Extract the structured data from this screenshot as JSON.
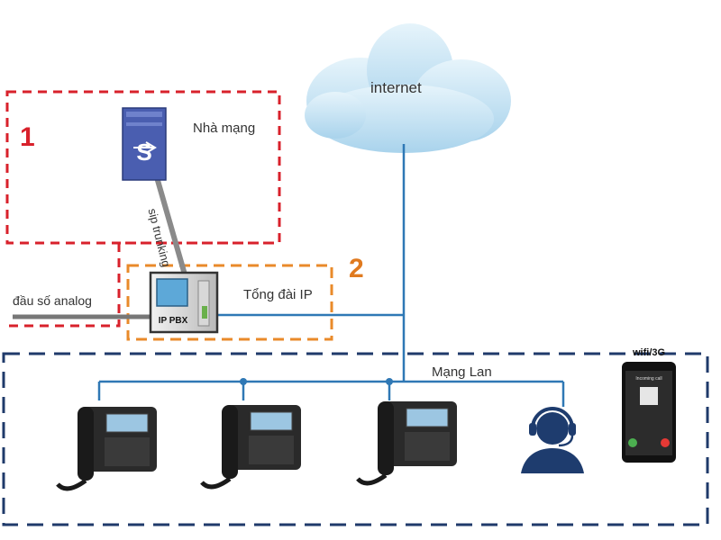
{
  "cloud": {
    "label": "internet"
  },
  "zone1": {
    "number": "1",
    "label": "Nhà mạng"
  },
  "zone2": {
    "number": "2",
    "label": "Tổng đài IP"
  },
  "trunk": {
    "label": "sip trunking"
  },
  "analog": {
    "label": "đầu số analog"
  },
  "pbx": {
    "badge": "IP PBX"
  },
  "server": {
    "badge": "S"
  },
  "lan": {
    "label": "Mạng Lan"
  },
  "mobile": {
    "label": "wifi/3G",
    "screen_title": "Incoming call"
  },
  "colors": {
    "zone1_border": "#d8212b",
    "zone2_border": "#e98a2a",
    "lan_border": "#1f3a6a",
    "network_line": "#2f78b5",
    "cloud_fill": "#bfe0f2",
    "analog_line": "#777777",
    "number1": "#d8212b",
    "number2": "#e07a1f"
  }
}
